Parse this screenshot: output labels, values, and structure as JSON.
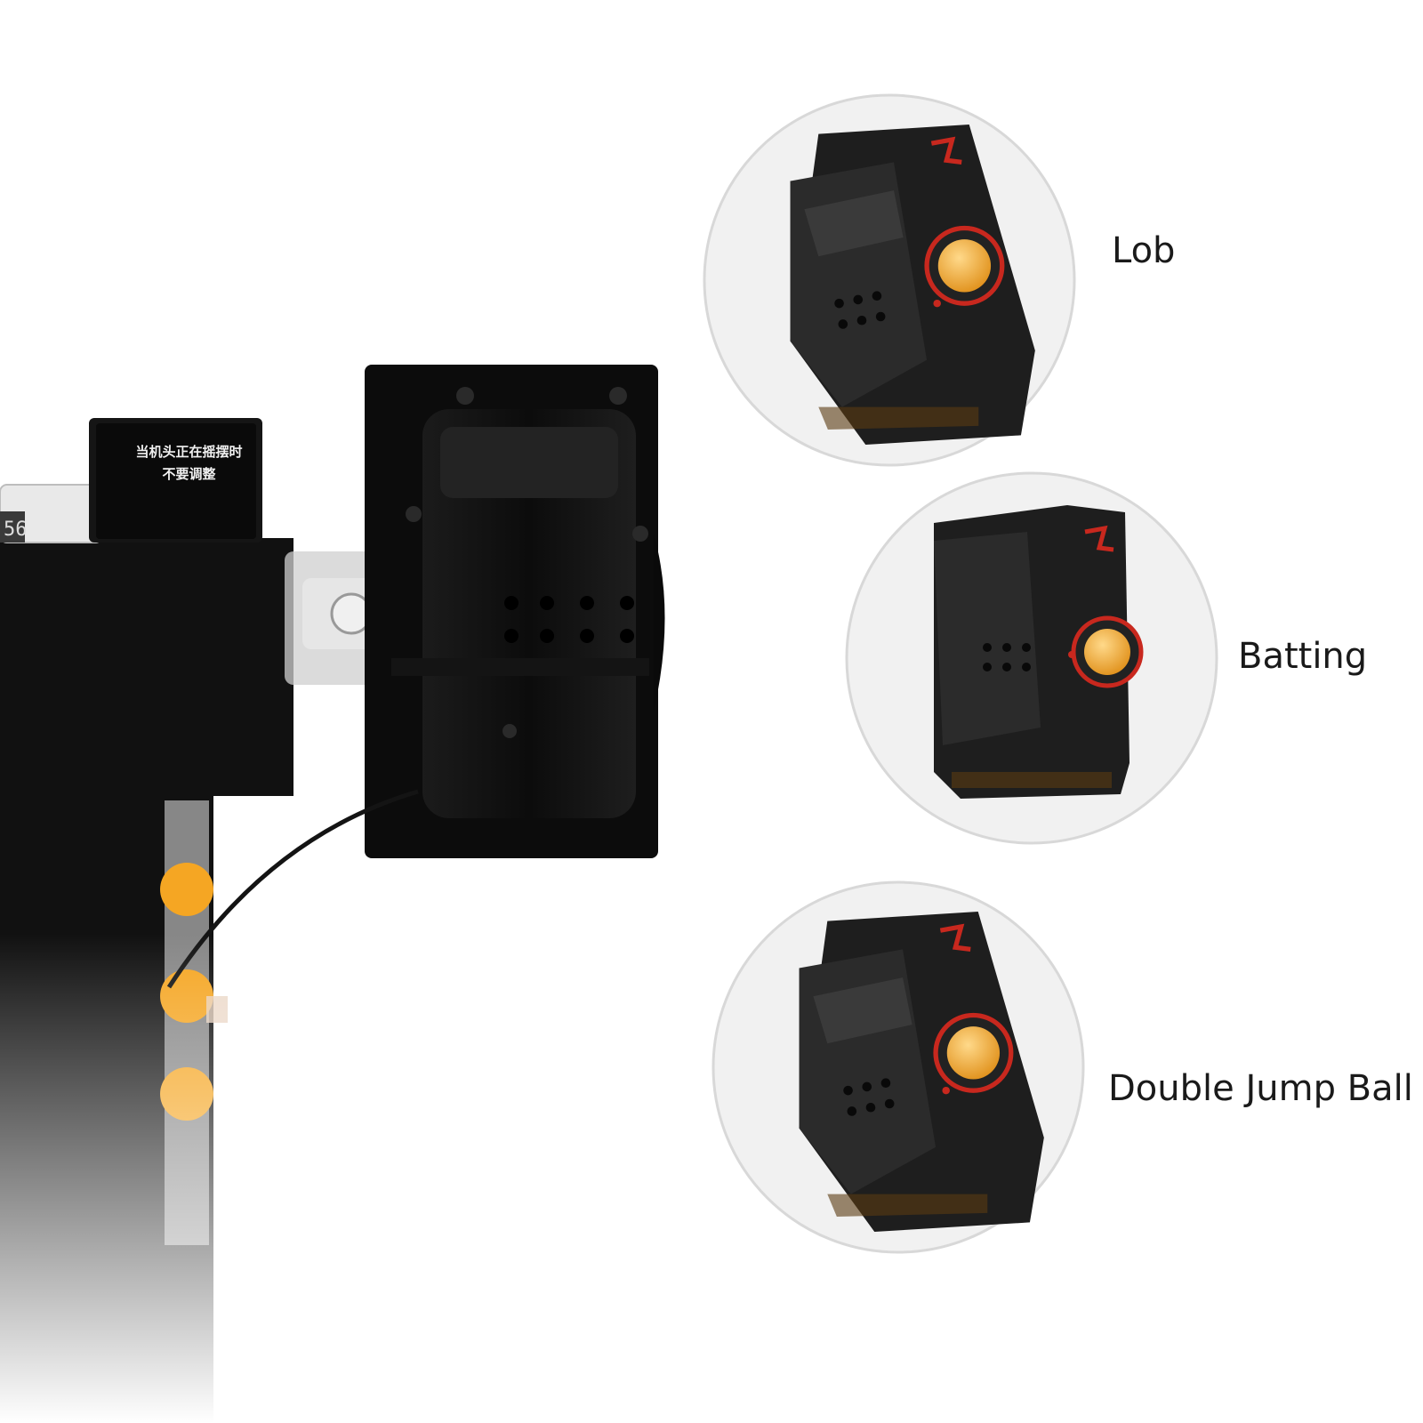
{
  "product": {
    "warning_text_line1": "当机头正在摇摆时",
    "warning_text_line2": "不要调整",
    "counter_text": "56"
  },
  "modes": [
    {
      "label": "Lob"
    },
    {
      "label": "Batting"
    },
    {
      "label": "Double Jump Ball"
    }
  ],
  "colors": {
    "background": "#ffffff",
    "body": "#111111",
    "ball": "#f5a623",
    "accent_red": "#c8281e",
    "circle_fill": "#f1f1f1",
    "circle_stroke": "#d8d8d8"
  }
}
